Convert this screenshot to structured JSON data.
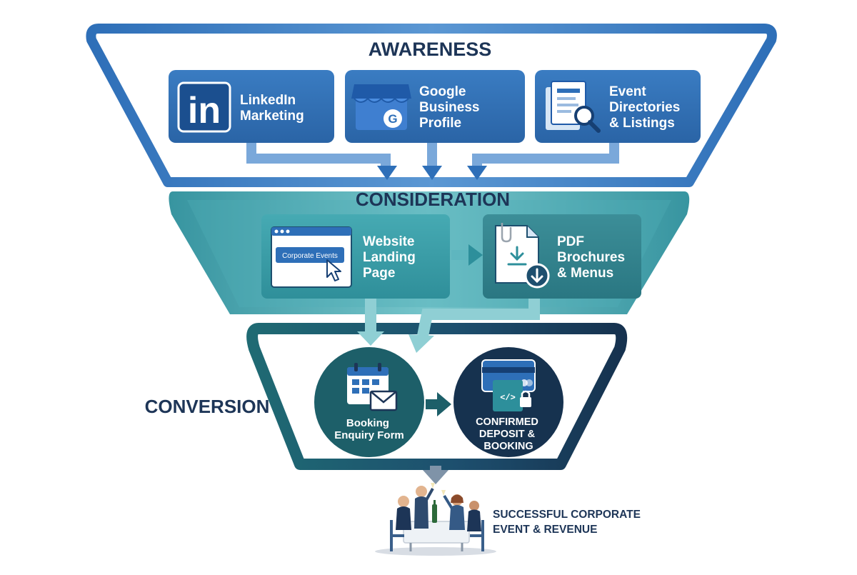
{
  "stages": {
    "awareness": "AWARENESS",
    "consideration": "CONSIDERATION",
    "conversion": "CONVERSION"
  },
  "awareness_cards": [
    {
      "lines": [
        "LinkedIn",
        "Marketing"
      ],
      "icon": "linkedin-logo-icon",
      "logo_text": "in"
    },
    {
      "lines": [
        "Google",
        "Business",
        "Profile"
      ],
      "icon": "storefront-icon",
      "logo_text": "G"
    },
    {
      "lines": [
        "Event",
        "Directories",
        "& Listings"
      ],
      "icon": "document-search-icon"
    }
  ],
  "consideration_cards": [
    {
      "lines": [
        "Website",
        "Landing",
        "Page"
      ],
      "icon": "browser-window-icon",
      "button_text": "Corporate Events"
    },
    {
      "lines": [
        "PDF",
        "Brochures",
        "& Menus"
      ],
      "icon": "pdf-download-icon"
    }
  ],
  "conversion_circles": [
    {
      "lines": [
        "Booking",
        "Enquiry Form"
      ],
      "icon": "calendar-mail-icon"
    },
    {
      "lines": [
        "CONFIRMED",
        "DEPOSIT &",
        "BOOKING"
      ],
      "icon": "payment-card-icon"
    }
  ],
  "outcome": {
    "lines": [
      "SUCCESSFUL CORPORATE",
      "EVENT & REVENUE"
    ],
    "icon": "celebration-dinner-icon"
  },
  "colors": {
    "awareness_blue": "#2f6db0",
    "awareness_dark": "#23579a",
    "consideration_teal": "#3aa3ad",
    "conversion_teal": "#1c5f6a",
    "conversion_navy": "#16324f",
    "title_navy": "#1d3557"
  }
}
